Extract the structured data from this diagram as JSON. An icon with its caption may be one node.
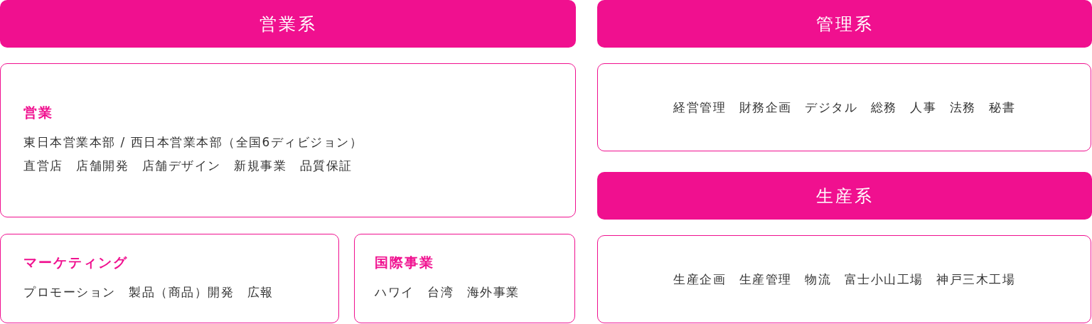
{
  "diagram": {
    "nodes": [
      {
        "text": [
          "営業系"
        ]
      },
      {
        "text": [
          "営業",
          "東日本営業本部 / 西日本営業本部（全国6ディビジョン）",
          "直営店　店舗開発　店舗デザイン　新規事業　品質保証"
        ]
      },
      {
        "text": [
          "マーケティング",
          "プロモーション　製品（商品）開発　広報"
        ]
      },
      {
        "text": [
          "国際事業",
          "ハワイ　台湾　海外事業"
        ]
      },
      {
        "text": [
          "管理系"
        ]
      },
      {
        "text": [
          "経営管理　財務企画　デジタル　総務　人事　法務　秘書"
        ]
      },
      {
        "text": [
          "生産系"
        ]
      },
      {
        "text": [
          "生産企画　生産管理　物流　富士小山工場　神戸三木工場"
        ]
      }
    ]
  }
}
